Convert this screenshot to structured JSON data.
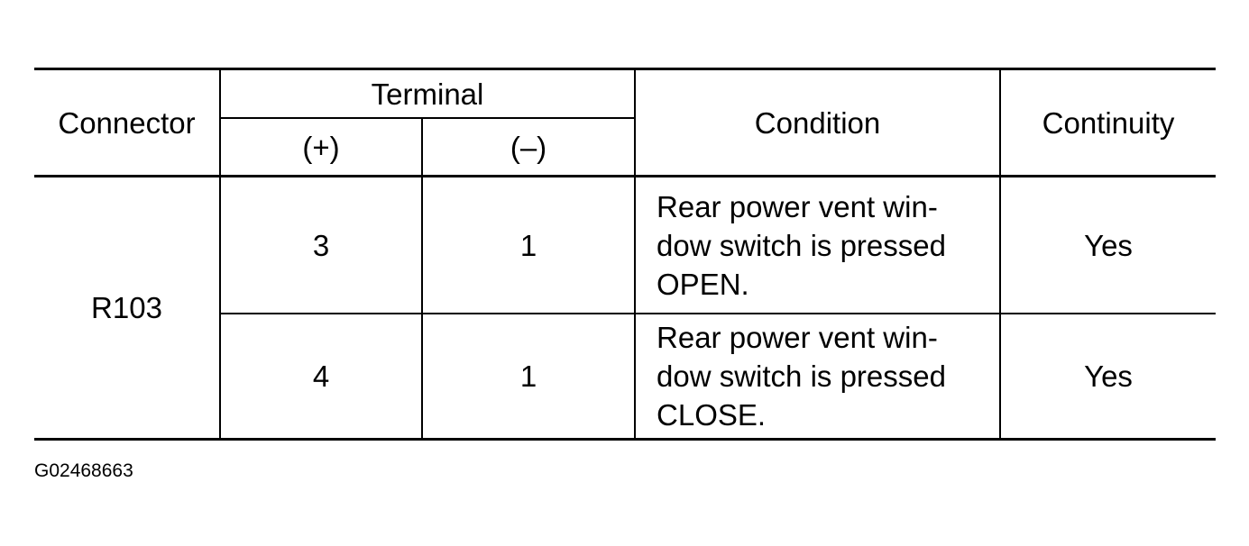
{
  "table": {
    "headers": {
      "connector": "Connector",
      "terminal": "Terminal",
      "terminal_plus": "(+)",
      "terminal_minus": "(–)",
      "condition": "Condition",
      "continuity": "Continuity"
    },
    "connector": "R103",
    "rows": [
      {
        "plus": "3",
        "minus": "1",
        "condition": "Rear power vent win-\ndow switch is pressed\nOPEN.",
        "continuity": "Yes"
      },
      {
        "plus": "4",
        "minus": "1",
        "condition": "Rear power vent win-\ndow switch is pressed\nCLOSE.",
        "continuity": "Yes"
      }
    ]
  },
  "figure_id": "G02468663"
}
